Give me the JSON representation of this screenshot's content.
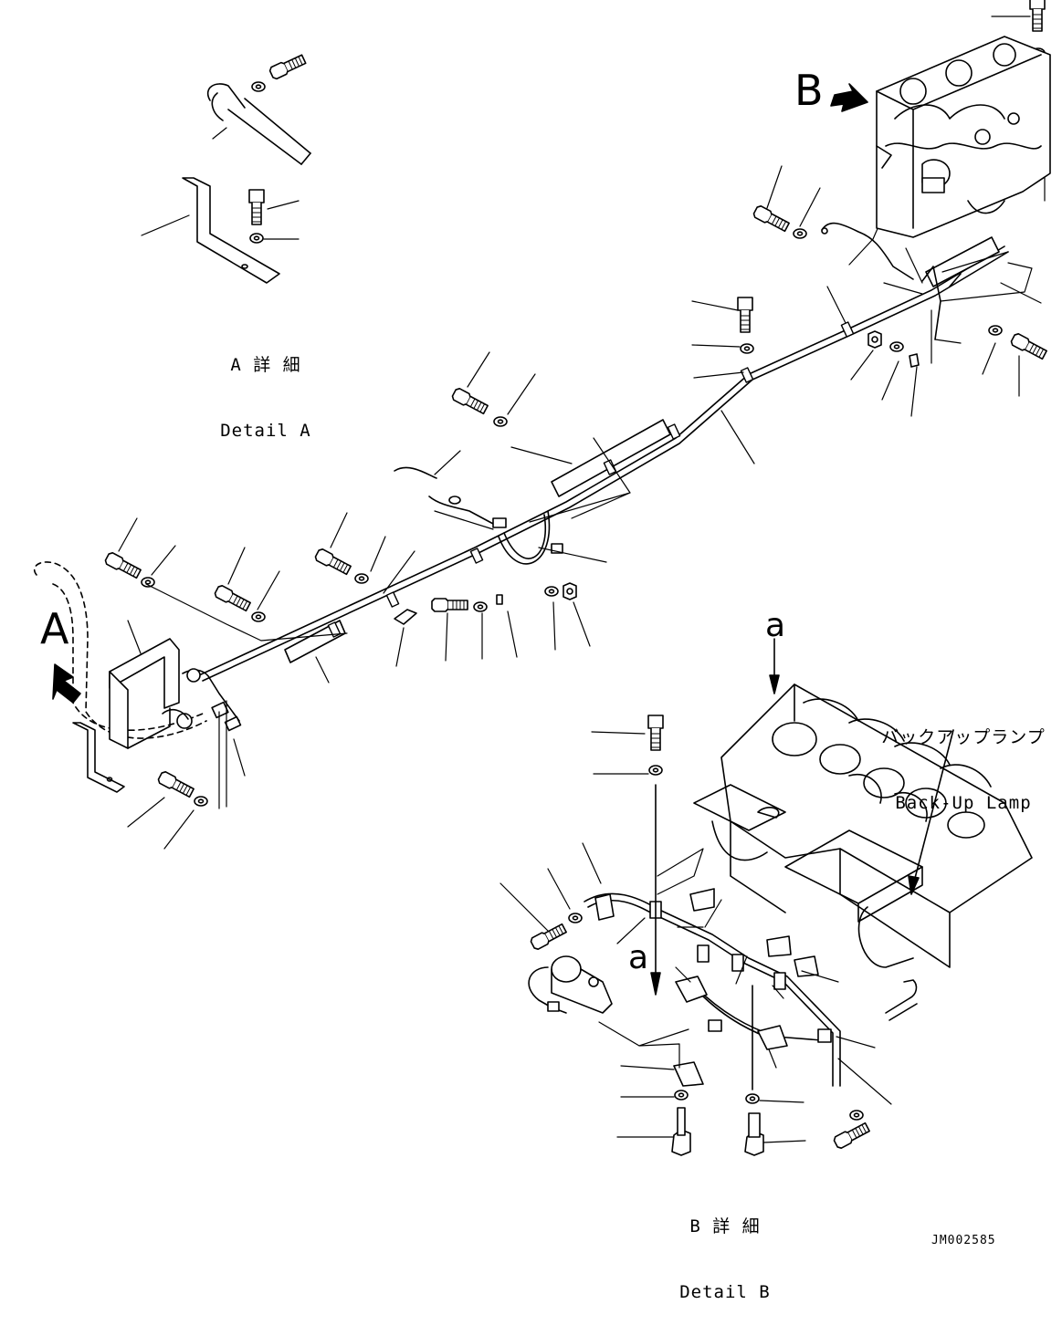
{
  "callouts": {
    "view_a": "A",
    "view_b": "B",
    "arrow_a_top": "a",
    "arrow_a_bottom": "a"
  },
  "detail_a": {
    "japanese": "A 詳 細",
    "english": "Detail A"
  },
  "detail_b": {
    "japanese": "B 詳 細",
    "english": "Detail B"
  },
  "backup_lamp": {
    "japanese": "バックアップランプ",
    "english": "Back-Up Lamp"
  },
  "drawing_code": "JM002585"
}
